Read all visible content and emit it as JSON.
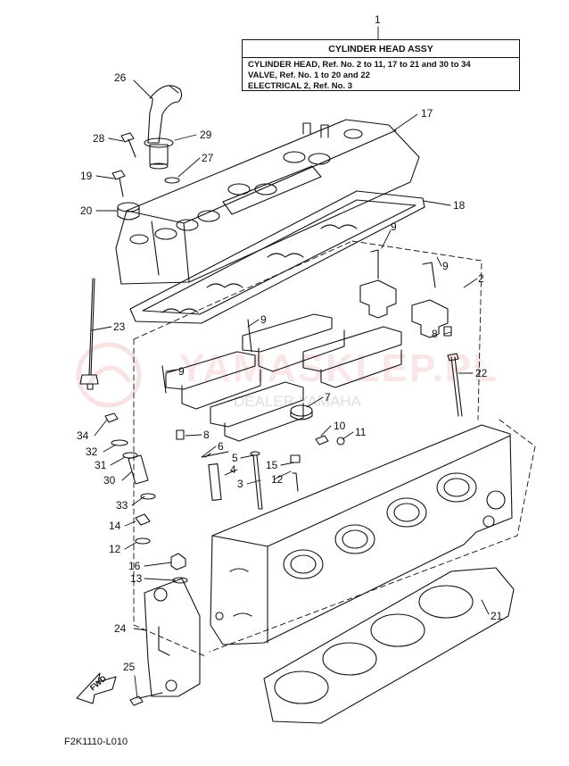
{
  "header": {
    "ref_no": "1",
    "title": "CYLINDER HEAD ASSY",
    "lines": [
      "CYLINDER HEAD, Ref. No. 2 to 11, 17 to 21 and 30 to 34",
      "VALVE, Ref. No. 1 to 20 and 22",
      "ELECTRICAL 2, Ref. No. 3"
    ]
  },
  "callouts": [
    {
      "id": "c1",
      "label": "1"
    },
    {
      "id": "c26",
      "label": "26"
    },
    {
      "id": "c17",
      "label": "17"
    },
    {
      "id": "c28",
      "label": "28"
    },
    {
      "id": "c29",
      "label": "29"
    },
    {
      "id": "c27",
      "label": "27"
    },
    {
      "id": "c19",
      "label": "19"
    },
    {
      "id": "c20",
      "label": "20"
    },
    {
      "id": "c18",
      "label": "18"
    },
    {
      "id": "c9a",
      "label": "9"
    },
    {
      "id": "c9b",
      "label": "9"
    },
    {
      "id": "c9c",
      "label": "9"
    },
    {
      "id": "c9d",
      "label": "9"
    },
    {
      "id": "c2",
      "label": "2"
    },
    {
      "id": "c23",
      "label": "23"
    },
    {
      "id": "c8a",
      "label": "8"
    },
    {
      "id": "c22",
      "label": "22"
    },
    {
      "id": "c7",
      "label": "7"
    },
    {
      "id": "c8b",
      "label": "8"
    },
    {
      "id": "c10",
      "label": "10"
    },
    {
      "id": "c11",
      "label": "11"
    },
    {
      "id": "c34",
      "label": "34"
    },
    {
      "id": "c32",
      "label": "32"
    },
    {
      "id": "c6",
      "label": "6"
    },
    {
      "id": "c31",
      "label": "31"
    },
    {
      "id": "c5",
      "label": "5"
    },
    {
      "id": "c15",
      "label": "15"
    },
    {
      "id": "c30",
      "label": "30"
    },
    {
      "id": "c4",
      "label": "4"
    },
    {
      "id": "c12a",
      "label": "12"
    },
    {
      "id": "c3",
      "label": "3"
    },
    {
      "id": "c33",
      "label": "33"
    },
    {
      "id": "c14",
      "label": "14"
    },
    {
      "id": "c12b",
      "label": "12"
    },
    {
      "id": "c16",
      "label": "16"
    },
    {
      "id": "c13",
      "label": "13"
    },
    {
      "id": "c21",
      "label": "21"
    },
    {
      "id": "c24",
      "label": "24"
    },
    {
      "id": "c25",
      "label": "25"
    }
  ],
  "fwd_label": "FWD",
  "figure_code": "F2K1110-L010",
  "watermark": "YAMASKLEP.PL",
  "watermark_sub": "DEALER YAMAHA"
}
